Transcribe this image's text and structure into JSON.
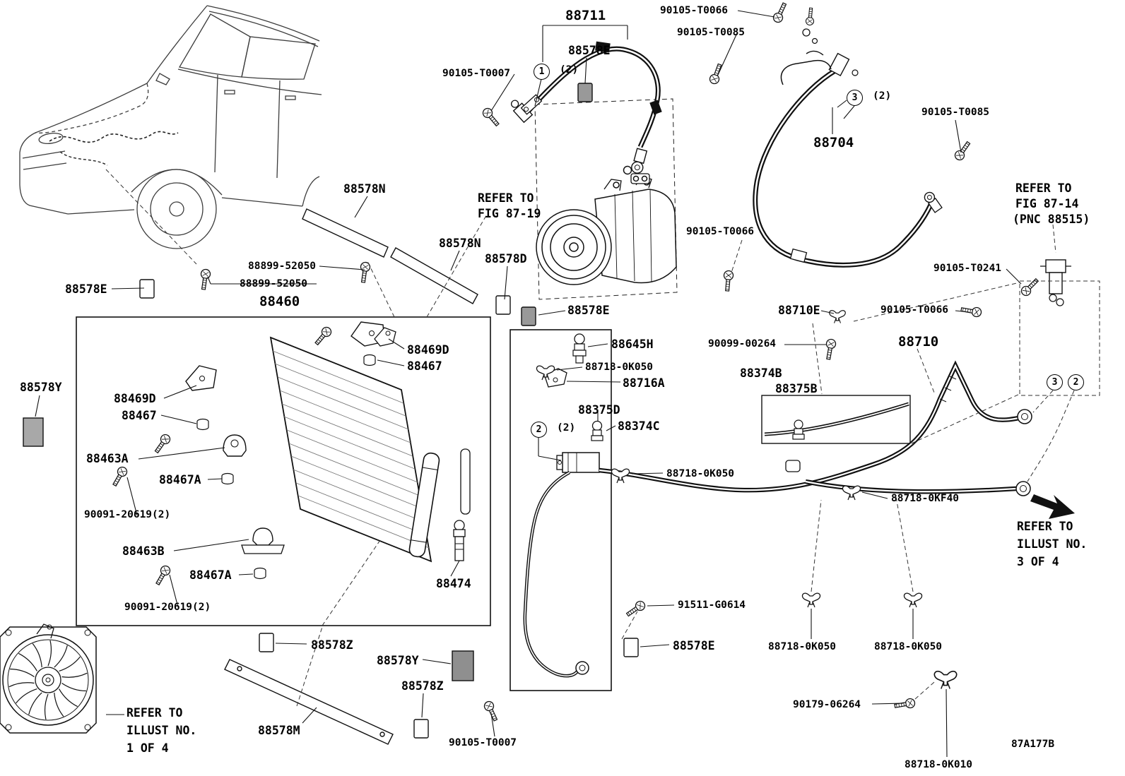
{
  "labels": [
    {
      "text": "88711"
    },
    {
      "text": "90105-T0066"
    },
    {
      "text": "90105-T0085"
    },
    {
      "text": "88578E"
    },
    {
      "text": "90105-T0007"
    },
    {
      "text": "(2)"
    },
    {
      "text": "88704"
    },
    {
      "text": "90105-T0085"
    },
    {
      "text": "REFER TO"
    },
    {
      "text": "FIG 87-14"
    },
    {
      "text": "(PNC 88515)"
    },
    {
      "text": "88578N"
    },
    {
      "text": "REFER TO"
    },
    {
      "text": "FIG 87-19"
    },
    {
      "text": "88578N"
    },
    {
      "text": "88578D"
    },
    {
      "text": "90105-T0066"
    },
    {
      "text": "90105-T0241"
    },
    {
      "text": "88578E"
    },
    {
      "text": "88899-52050"
    },
    {
      "text": "88899-52050"
    },
    {
      "text": "88460"
    },
    {
      "text": "88578E"
    },
    {
      "text": "88710E"
    },
    {
      "text": "90105-T0066"
    },
    {
      "text": "88710"
    },
    {
      "text": "88645H"
    },
    {
      "text": "90099-00264"
    },
    {
      "text": "88718-0K050"
    },
    {
      "text": "88716A"
    },
    {
      "text": "88374B"
    },
    {
      "text": "88375B"
    },
    {
      "text": "88375D"
    },
    {
      "text": "88374C"
    },
    {
      "text": "(2)"
    },
    {
      "text": "88469D"
    },
    {
      "text": "88467"
    },
    {
      "text": "88469D"
    },
    {
      "text": "88467"
    },
    {
      "text": "88578Y"
    },
    {
      "text": "88463A"
    },
    {
      "text": "88467A"
    },
    {
      "text": "90091-20619(2)"
    },
    {
      "text": "88463B"
    },
    {
      "text": "88467A"
    },
    {
      "text": "90091-20619(2)"
    },
    {
      "text": "88718-0K050"
    },
    {
      "text": "88718-0KF40"
    },
    {
      "text": "REFER TO"
    },
    {
      "text": "ILLUST NO."
    },
    {
      "text": "3 OF 4"
    },
    {
      "text": "88474"
    },
    {
      "text": "91511-G0614"
    },
    {
      "text": "88578Z"
    },
    {
      "text": "88578Y"
    },
    {
      "text": "88578E"
    },
    {
      "text": "88718-0K050"
    },
    {
      "text": "88718-0K050"
    },
    {
      "text": "88578Z"
    },
    {
      "text": "88578M"
    },
    {
      "text": "90105-T0007"
    },
    {
      "text": "90179-06264"
    },
    {
      "text": "88718-0K010"
    },
    {
      "text": "REFER TO"
    },
    {
      "text": "ILLUST NO."
    },
    {
      "text": "1 OF 4"
    },
    {
      "text": "87A177B"
    },
    {
      "text": "(2)"
    }
  ],
  "callouts": [
    {
      "num": "1"
    },
    {
      "num": "3"
    },
    {
      "num": "2"
    },
    {
      "num": "3"
    },
    {
      "num": "2"
    }
  ]
}
